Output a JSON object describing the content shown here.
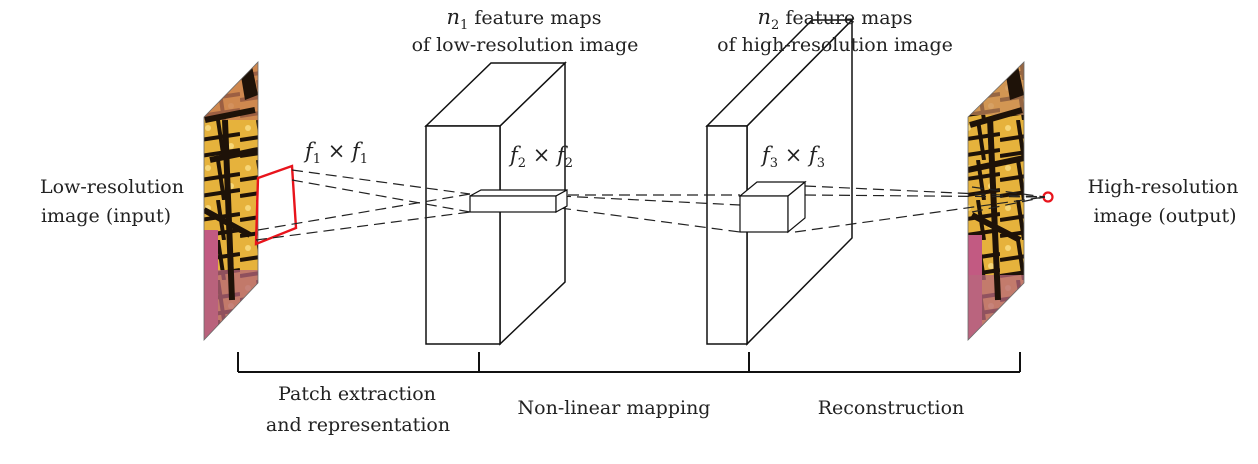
{
  "labels": {
    "input_line1": "Low-resolution",
    "input_line2": "image (input)",
    "output_line1": "High-resolution",
    "output_line2": "image (output)",
    "maps1_line1_rest": " feature maps",
    "maps1_line2": "of low-resolution image",
    "maps2_line1_rest": " feature maps",
    "maps2_line2": "of high-resolution image",
    "n1": "n",
    "n1_sub": "1",
    "n2": "n",
    "n2_sub": "2",
    "f1_a": "f",
    "f1_a_sub": "1",
    "f1_times": " × ",
    "f1_b": "f",
    "f1_b_sub": "1",
    "f2_a": "f",
    "f2_a_sub": "2",
    "f2_times": " × ",
    "f2_b": "f",
    "f2_b_sub": "2",
    "f3_a": "f",
    "f3_a_sub": "3",
    "f3_times": " × ",
    "f3_b": "f",
    "f3_b_sub": "3"
  },
  "stages": {
    "patch_line1": "Patch extraction",
    "patch_line2": "and representation",
    "nonlinear": "Non-linear mapping",
    "reconstruction": "Reconstruction"
  },
  "colors": {
    "patch_outline": "#e8141c",
    "butterfly_yellow": "#e9b43a",
    "butterfly_black": "#1e1208",
    "flower_pink": "#c25a82"
  }
}
